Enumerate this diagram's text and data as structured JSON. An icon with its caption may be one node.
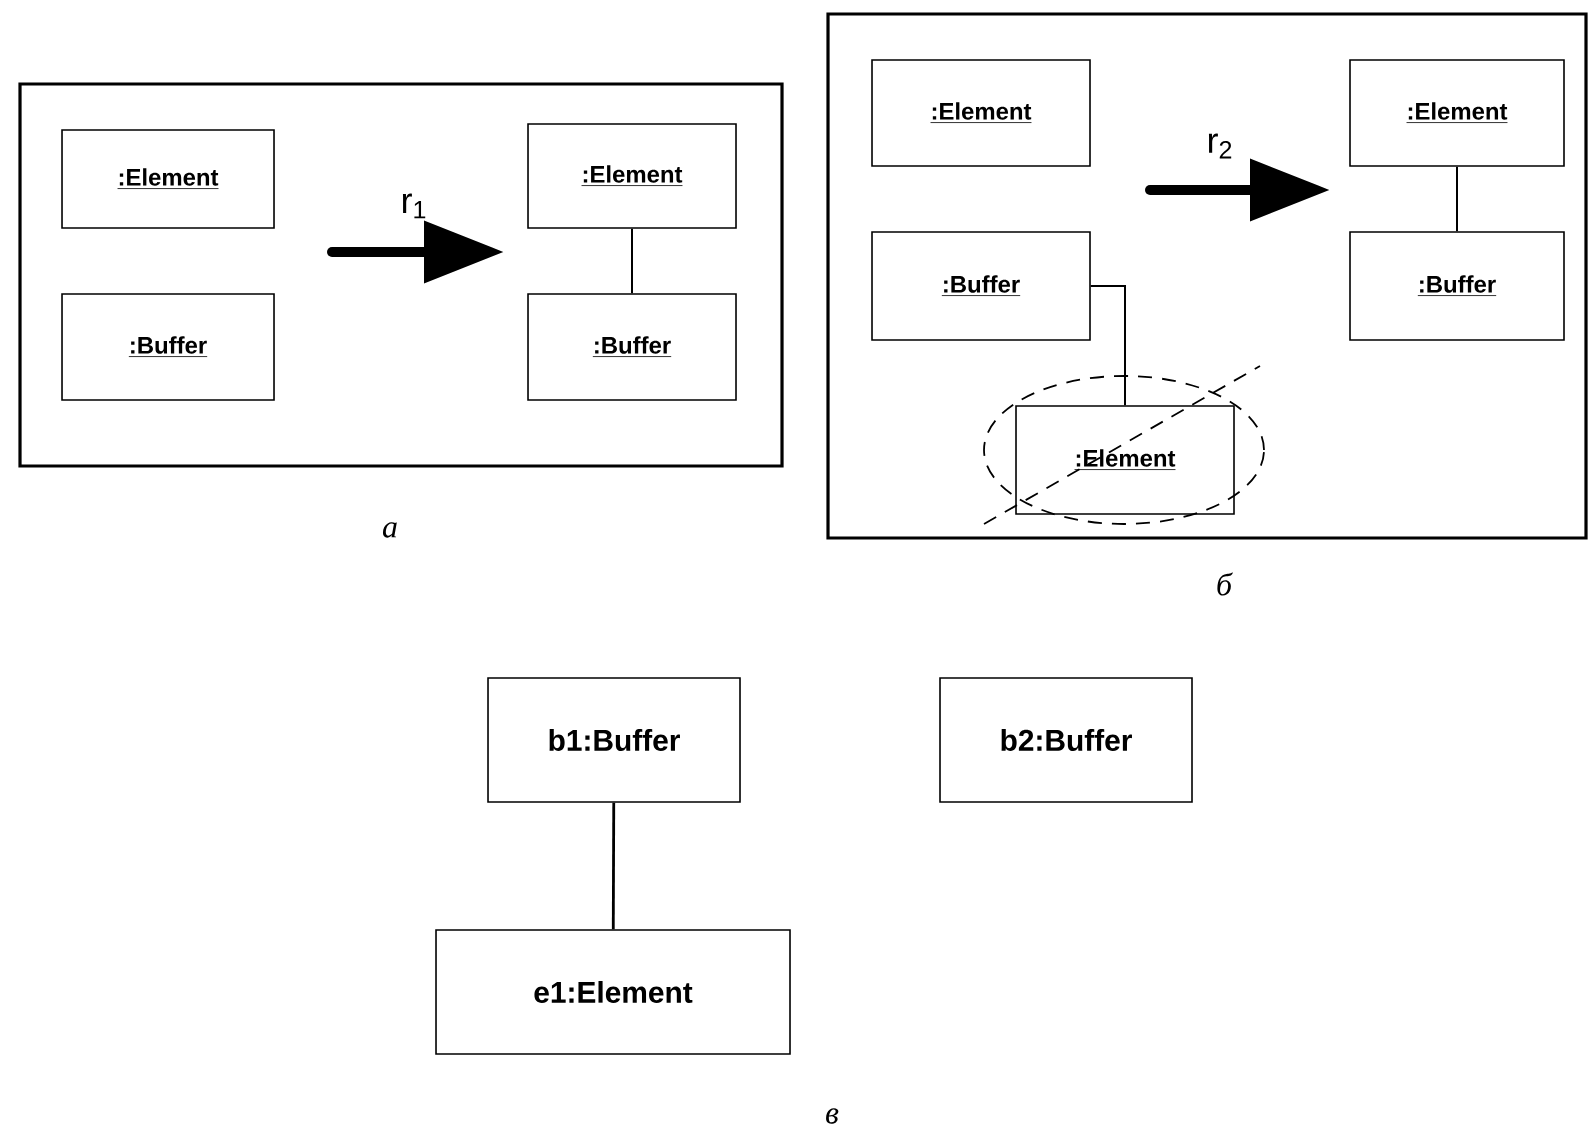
{
  "diagram": {
    "nodes": [
      {
        "text": [],
        "shape": "box",
        "beside": [
          "а"
        ]
      },
      {
        "text": [
          ":Element"
        ],
        "in": 0
      },
      {
        "text": [
          ":Buffer"
        ],
        "in": 0
      },
      {
        "text": [
          ":Element"
        ],
        "in": 0
      },
      {
        "text": [
          ":Buffer"
        ],
        "in": 0
      },
      {
        "text": [],
        "shape": "box",
        "beside": [
          "б"
        ]
      },
      {
        "text": [
          ":Element"
        ],
        "in": 5
      },
      {
        "text": [
          ":Buffer"
        ],
        "in": 5
      },
      {
        "text": [
          ":Element"
        ],
        "in": 5
      },
      {
        "text": [
          ":Element"
        ],
        "in": 5
      },
      {
        "text": [
          ":Buffer"
        ],
        "in": 5
      },
      {
        "text": [
          "b1:Buffer"
        ]
      },
      {
        "text": [
          "b2:Buffer"
        ]
      },
      {
        "text": [
          "e1:Element"
        ]
      }
    ],
    "edges": [
      {
        "from": 3,
        "to": 4,
        "arrow": "none"
      },
      {
        "from": 7,
        "to": 8,
        "arrow": "none"
      },
      {
        "from": 9,
        "to": 10,
        "arrow": "none"
      },
      {
        "from": 11,
        "to": 13,
        "arrow": "none"
      }
    ],
    "labels": [
      "r$_{1}$",
      "r$_{2}$",
      "в"
    ]
  }
}
